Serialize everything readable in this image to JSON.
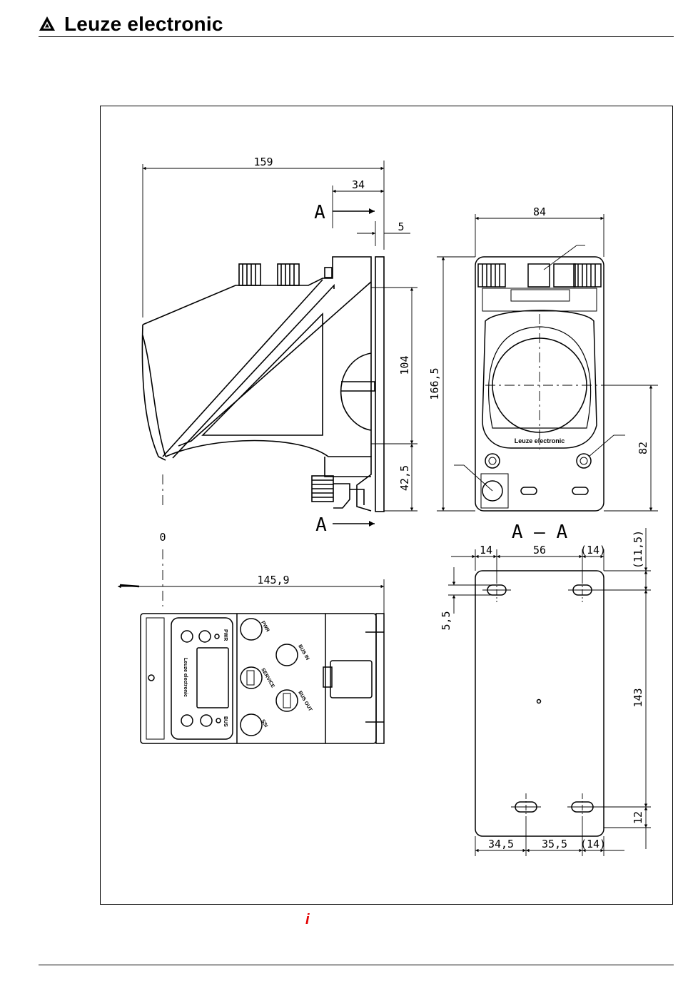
{
  "header": {
    "brand": "Leuze electronic"
  },
  "drawing": {
    "section_label": "A",
    "section_title": "A  –  A",
    "dimensions": {
      "side_total_width": "159",
      "side_front_depth": "34",
      "side_plate": "5",
      "side_height_upper": "104",
      "side_height_lower": "42,5",
      "side_zero": "0",
      "bottom_width": "145,9",
      "front_width": "84",
      "front_height": "166,5",
      "front_center_height": "82",
      "section_left": "14",
      "section_mid": "56",
      "section_right": "(14)",
      "section_top_offset": "(11,5)",
      "section_slot": "5,5",
      "section_height": "143",
      "section_bottom_offset": "12",
      "section_bottom_left": "34,5",
      "section_bottom_mid": "35,5",
      "section_bottom_right": "(14)"
    },
    "device_labels": {
      "pwr": "PWR",
      "bus": "BUS",
      "pwr_conn": "PWR",
      "bus_in": "BUS IN",
      "service": "SERVICE",
      "bus_out": "BUS OUT",
      "ssi": "SSI",
      "front_logo": "Leuze electronic",
      "panel_logo": "Leuze electronic"
    }
  },
  "footer": {
    "info_icon": "i"
  }
}
